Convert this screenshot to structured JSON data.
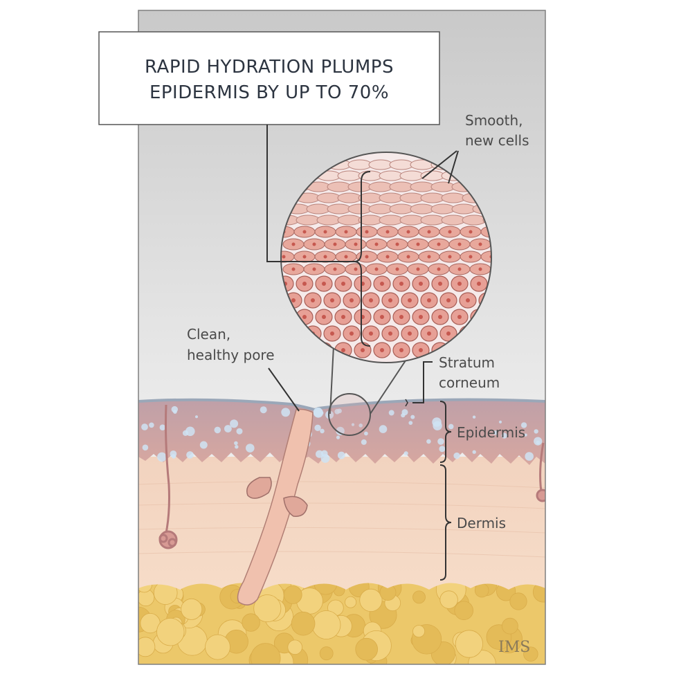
{
  "title": {
    "line1": "RAPID HYDRATION PLUMPS",
    "line2": "EPIDERMIS BY UP TO 70%"
  },
  "labels": {
    "smooth_line1": "Smooth,",
    "smooth_line2": "new cells",
    "pore_line1": "Clean,",
    "pore_line2": "healthy pore",
    "stratum_line1": "Stratum",
    "stratum_line2": "corneum",
    "epidermis": "Epidermis",
    "dermis": "Dermis"
  },
  "signature": "IMS",
  "colors": {
    "sky_top": "#cfcfcf",
    "sky_bottom": "#f8f8f8",
    "epidermis": "#c9a0a0",
    "dermis": "#f3d9c4",
    "fat": "#ecc86a",
    "cell_fill": "#e8a89c",
    "cell_nucleus": "#c6584f",
    "droplet": "#cfe3f3",
    "leader": "#444444"
  }
}
